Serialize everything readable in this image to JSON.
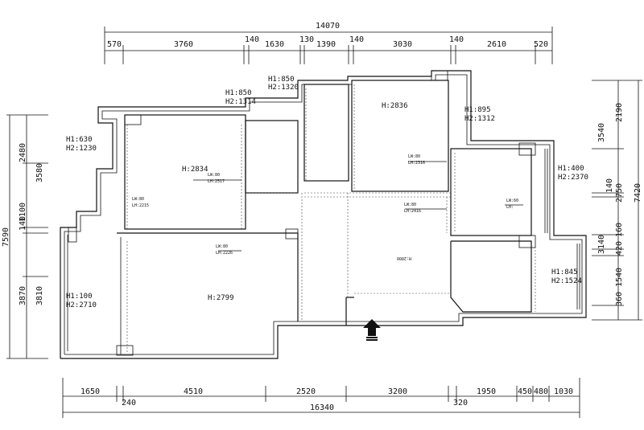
{
  "dimensions": {
    "top_total": "14070",
    "top_segments": [
      "570",
      "3760",
      "140",
      "1630",
      "130",
      "1390",
      "140",
      "3030",
      "140",
      "2610",
      "520"
    ],
    "bottom_segments": [
      "1650",
      "240",
      "4510",
      "2520",
      "3200",
      "320",
      "1950",
      "450",
      "480",
      "1030"
    ],
    "bottom_total": "16340",
    "left_outer": "7590",
    "left_inner": [
      "2480",
      "3580",
      "140",
      "1100",
      "3870",
      "3810"
    ],
    "right_outer": "7420",
    "right_inner": [
      "3540",
      "2190",
      "140",
      "2750",
      "3140",
      "420",
      "160",
      "1540",
      "360"
    ]
  },
  "labels": {
    "h1_630": "H1:630",
    "h2_1230": "H2:1230",
    "h1_850a": "H1:850",
    "h2_1314": "H2:1314",
    "h1_850b": "H1:850",
    "h2_1320": "H2:1320",
    "h_2834": "H:2834",
    "h_2836": "H:2836",
    "h1_895": "H1:895",
    "h2_1312": "H2:1312",
    "h1_400": "H1:400",
    "h2_2370": "H2:2370",
    "h1_100": "H1:100",
    "h2_2710": "H2:2710",
    "h_2799": "H:2799",
    "h1_845": "H1:845",
    "h2_1524": "H2:1524",
    "h_2800": "H:2800",
    "lw1": "LW:80",
    "lh1": "LH:2517",
    "lw2": "LW:80",
    "lh2": "LH:2215",
    "lw3": "LW:80",
    "lh3": "LH:2226",
    "lw4": "LW:80",
    "lh4": "LH:2316",
    "lw5": "LW:80",
    "lh5": "LH:2416",
    "lw6": "LW:60",
    "lh6": "LH:"
  },
  "entrance_arrow": "arrow-up-icon"
}
